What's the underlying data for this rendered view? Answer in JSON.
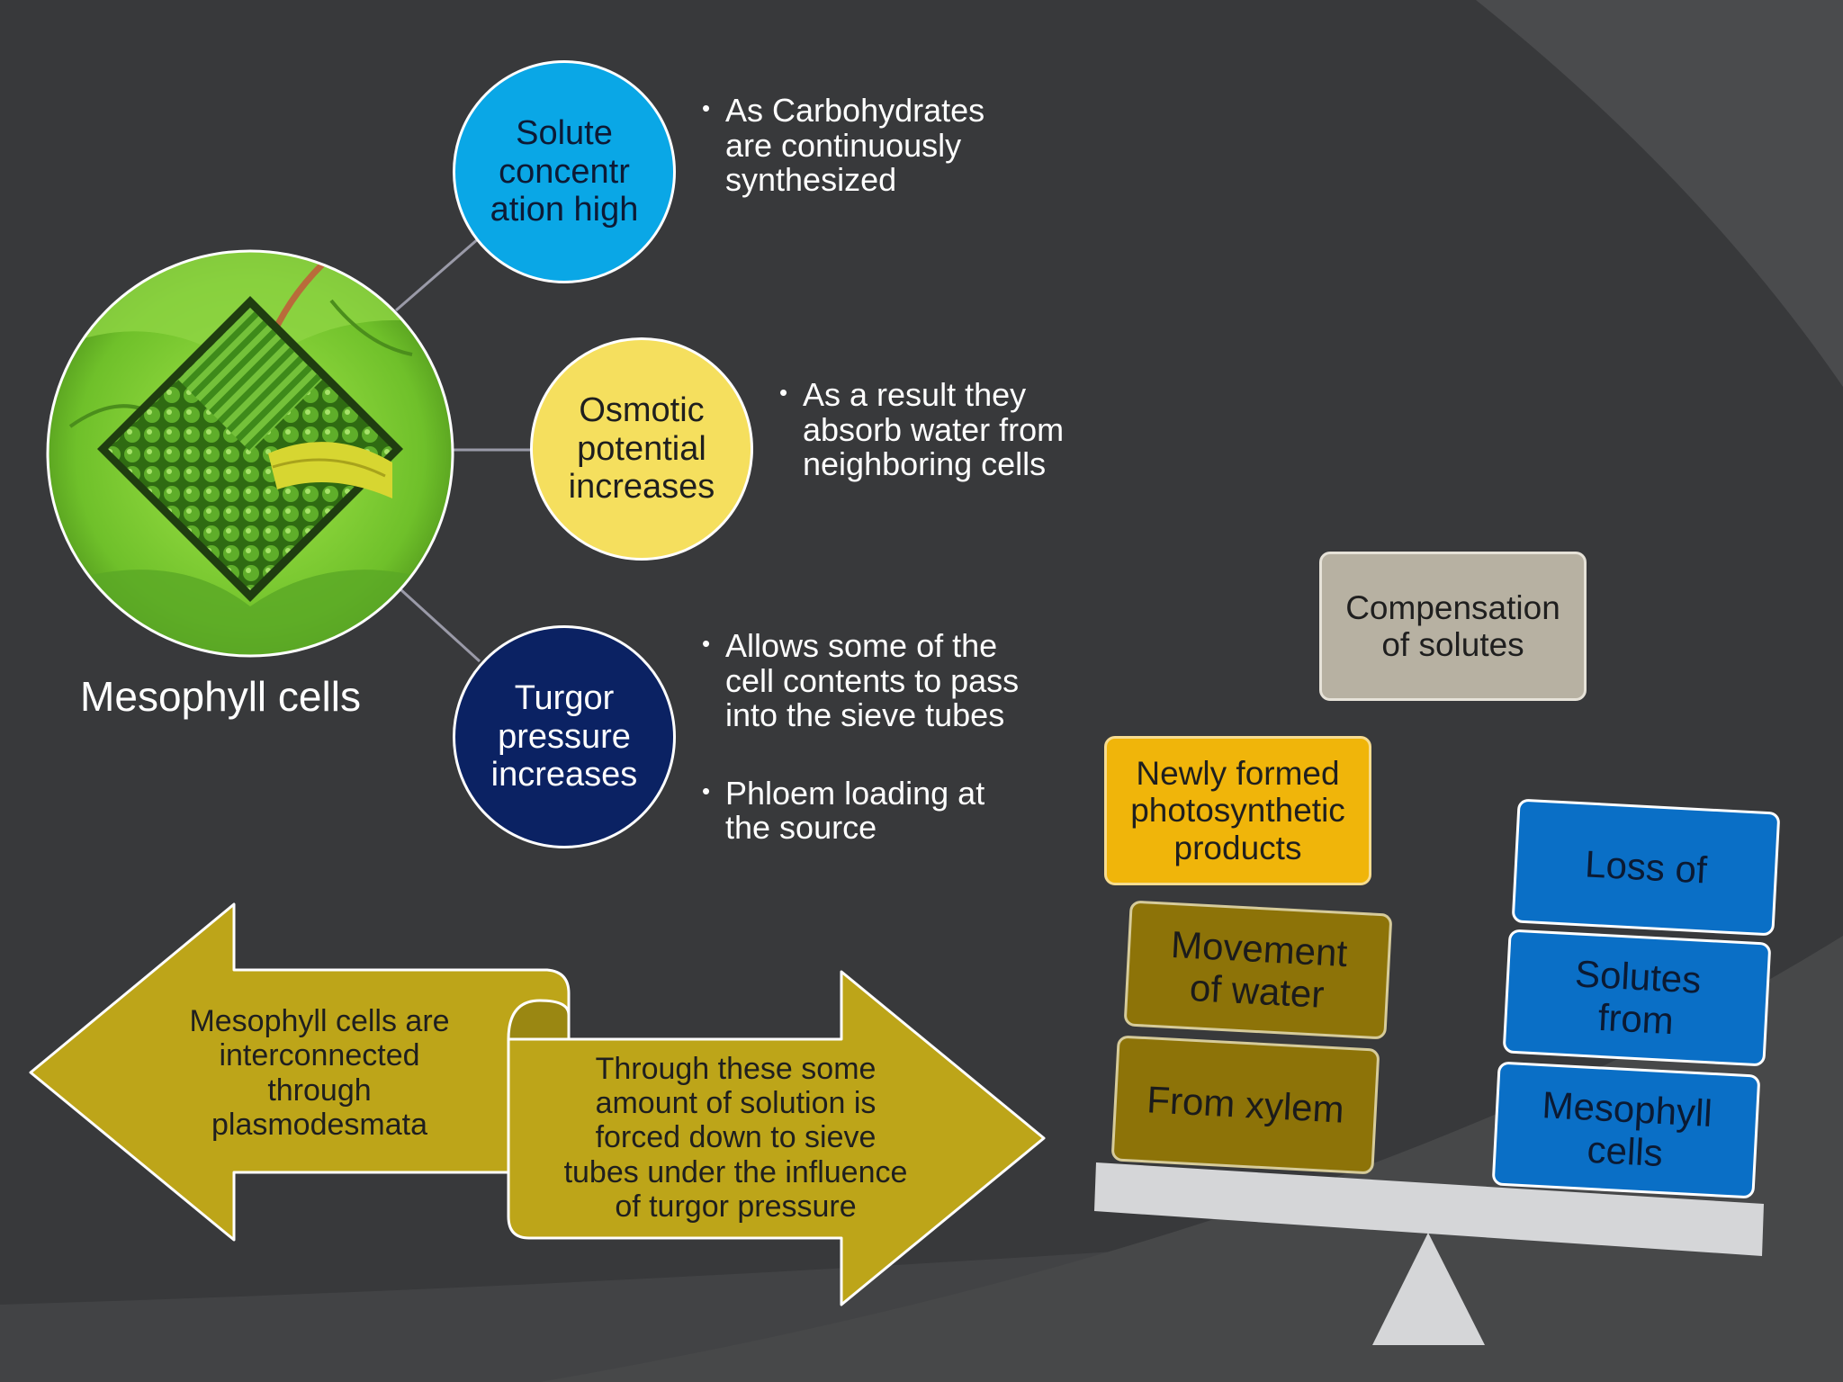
{
  "mesophyll_label": "Mesophyll cells",
  "circles": {
    "solute": "Solute\nconcentr\nation high",
    "osmotic": "Osmotic\npotential\nincreases",
    "turgor": "Turgor\npressure\nincreases"
  },
  "bullets": {
    "solute": [
      "As Carbohydrates\nare continuously\nsynthesized"
    ],
    "osmotic": [
      "As a result they\nabsorb water from\nneighboring cells"
    ],
    "turgor": [
      "Allows some of the\ncell contents to pass\ninto the sieve tubes",
      "Phloem loading at\nthe source"
    ]
  },
  "arrows": {
    "left": "Mesophyll cells are\ninterconnected\nthrough\nplasmodesmata",
    "right": "Through these some\namount of solution is\nforced down to sieve\ntubes under the influence\nof turgor pressure"
  },
  "balance": {
    "compensation": "Compensation\nof solutes",
    "newly_formed": "Newly formed\nphotosynthetic\nproducts",
    "left_stack": [
      "Movement\nof water",
      "From xylem"
    ],
    "right_stack": [
      "Loss of",
      "Solutes\nfrom",
      "Mesophyll\ncells"
    ]
  },
  "colors": {
    "background": "#38393b",
    "solute_circle": "#0aa7e6",
    "osmotic_circle": "#f5df5e",
    "turgor_circle": "#0b2263",
    "arrow_gold": "#bda519",
    "box_olive": "#8d7308",
    "box_blue": "#0a6fc6",
    "box_amber": "#f0b50a",
    "box_grey": "#b7b1a2",
    "beam": "#d5d6d8"
  }
}
